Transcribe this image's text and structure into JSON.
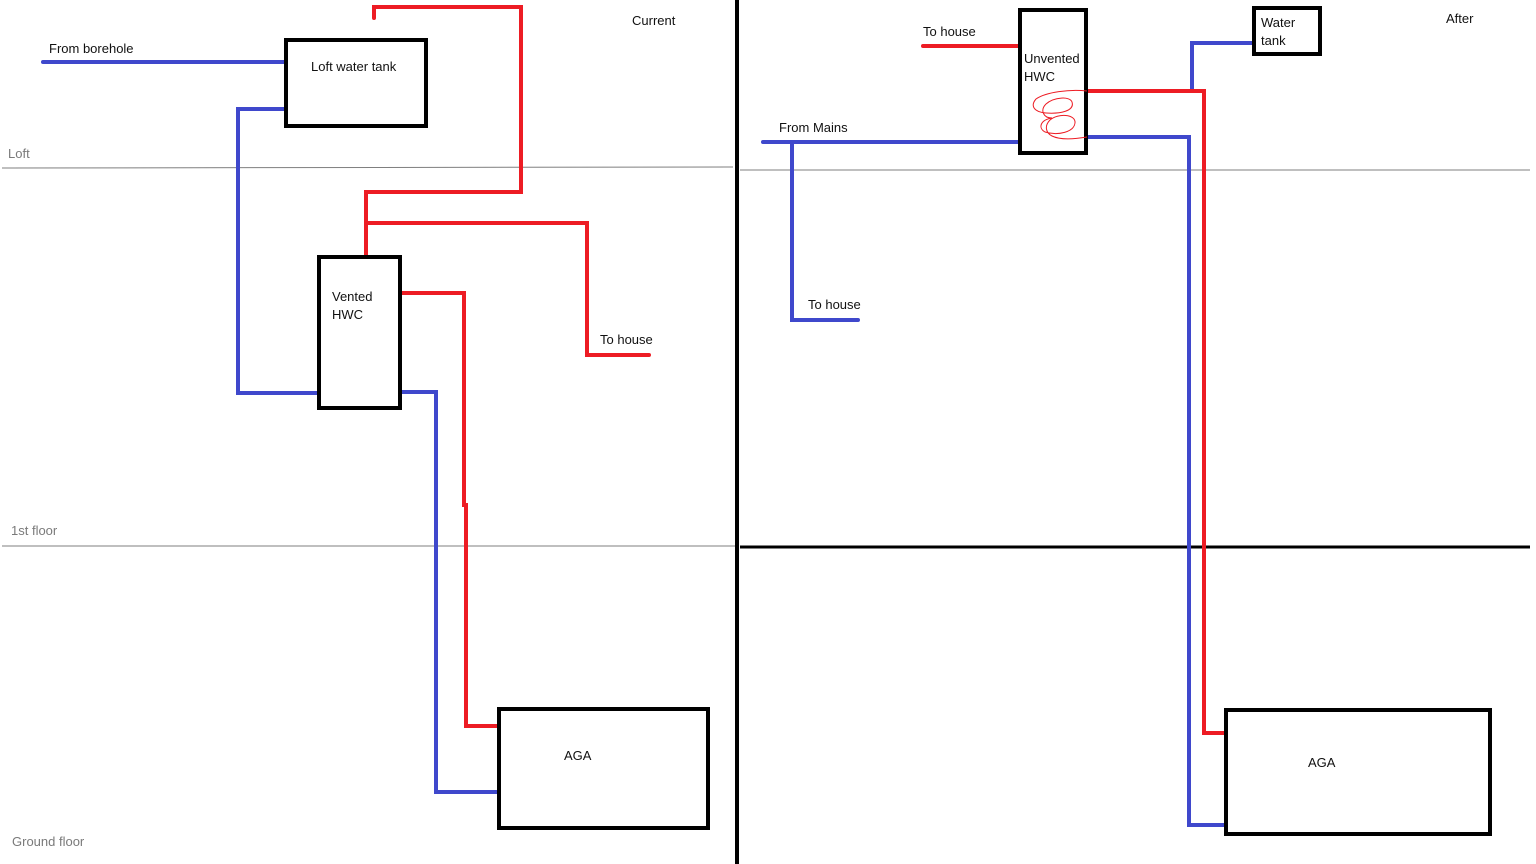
{
  "panels": {
    "current": {
      "title": "Current",
      "labels": {
        "from_borehole": "From borehole",
        "loft_tank": "Loft water tank",
        "vented_hwc_line1": "Vented",
        "vented_hwc_line2": "HWC",
        "to_house": "To house",
        "aga": "AGA"
      }
    },
    "after": {
      "title": "After",
      "labels": {
        "to_house_hot": "To house",
        "unvented_hwc_line1": "Unvented",
        "unvented_hwc_line2": "HWC",
        "water_tank_line1": "Water",
        "water_tank_line2": "tank",
        "from_mains": "From Mains",
        "to_house_cold": "To house",
        "aga": "AGA"
      }
    }
  },
  "floors": {
    "loft": "Loft",
    "first": "1st floor",
    "ground": "Ground floor"
  },
  "legend_colors": {
    "cold_pipe": "#3f48cc",
    "hot_pipe": "#ed1c24",
    "box_outline": "#000000",
    "floor_line": "#7f7f7f"
  }
}
